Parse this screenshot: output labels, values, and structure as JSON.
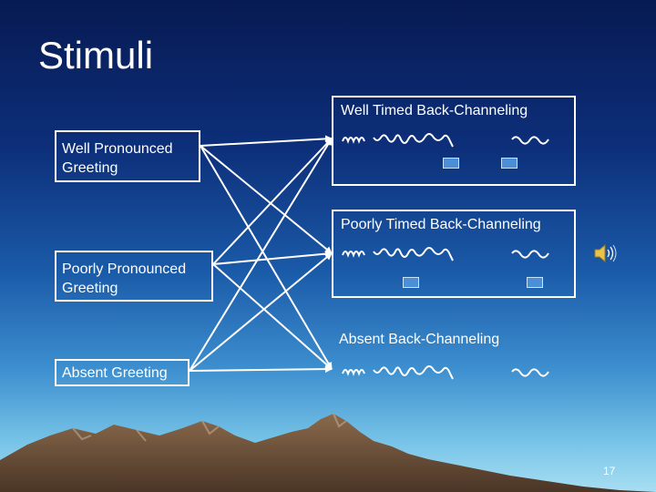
{
  "slide": {
    "title": "Stimuli",
    "page_number": "17"
  },
  "greetings": [
    {
      "id": "well",
      "label": "Well Pronounced\nGreeting"
    },
    {
      "id": "poor",
      "label": "Poorly Pronounced\nGreeting"
    },
    {
      "id": "absent",
      "label": "Absent Greeting"
    }
  ],
  "back_channeling": [
    {
      "id": "well",
      "label": "Well Timed Back-Channeling"
    },
    {
      "id": "poor",
      "label": "Poorly Timed Back-Channeling"
    },
    {
      "id": "absent",
      "label": "Absent Back-Channeling"
    }
  ],
  "icons": {
    "speaker": "speaker-icon",
    "speech": "handwriting-squiggle-icon",
    "marker": "audio-marker-icon"
  },
  "colors": {
    "box_border": "#ffffff",
    "text": "#ffffff",
    "marker": "#4a8fd8"
  }
}
